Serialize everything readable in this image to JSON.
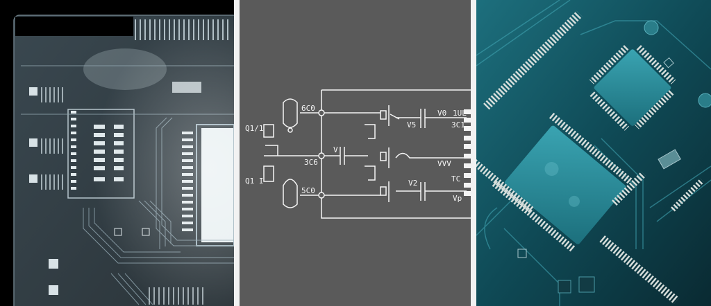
{
  "figure": {
    "layout": "triptych",
    "background": "#ffffff",
    "panels": [
      {
        "id": "xray-pcb",
        "description": "X-ray style grayscale-blue image of a printed circuit board with IC chip, traces and SMD components",
        "colors": {
          "background": "#000000",
          "board": "#2b343a",
          "trace": "#9fb3bd",
          "highlight": "#e8eef0"
        }
      },
      {
        "id": "schematic",
        "description": "White-line circuit schematic on dark gray background with three branches, nodes, capacitors and connector pins",
        "colors": {
          "background": "#5a5a5a",
          "line": "#f4f4f4"
        },
        "labels": {
          "left_top": "Q1/1",
          "left_bottom": "Q1 I",
          "tube_top": "6C0",
          "tube_bottom": "5C0",
          "mid_node": "3C6",
          "mid_cap": "V",
          "right_top_cap": "V5",
          "right_top_a": "V0",
          "right_top_b": "1UL",
          "right_top_c": "3C1",
          "right_mid": "VVV",
          "right_bottom_cap": "V2",
          "right_bottom_a": "TC",
          "right_bottom_b": "Vp"
        }
      },
      {
        "id": "teal-pcb",
        "description": "Teal-tinted rendered circuit board with diagonal QFP chips, pin rows and traces",
        "colors": {
          "background": "#0d3a44",
          "chip": "#2a8a99",
          "pins": "#d6dedb",
          "trace": "#3fa2b0"
        }
      }
    ]
  }
}
